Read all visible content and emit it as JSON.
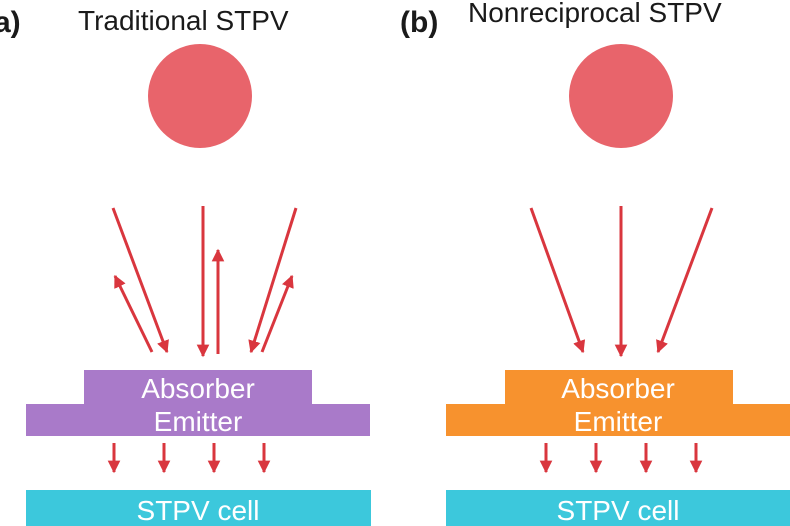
{
  "colors": {
    "sun": "#e8646b",
    "arrow": "#d9363e",
    "absorber_traditional": "#a97ac9",
    "absorber_nonreciprocal": "#f7922e",
    "cell": "#3cc8dc"
  },
  "panels": [
    {
      "label": "a)",
      "title": "Traditional STPV",
      "absorber_line1": "Absorber",
      "absorber_line2": "Emitter",
      "cell_label": "STPV cell"
    },
    {
      "label": "(b)",
      "title": "Nonreciprocal STPV",
      "absorber_line1": "Absorber",
      "absorber_line2": "Emitter",
      "cell_label": "STPV cell"
    }
  ]
}
